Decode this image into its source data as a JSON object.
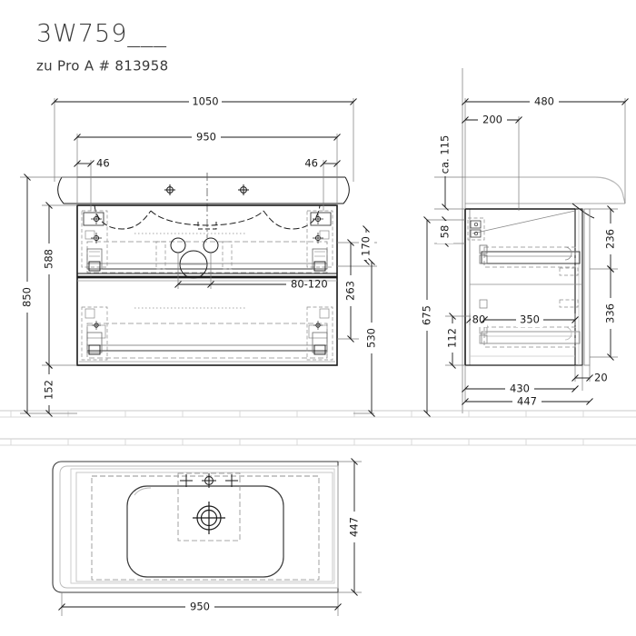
{
  "drawing": {
    "title": "3W759___",
    "subtitle": "zu Pro A # 813958",
    "type": "technical-dimension-drawing",
    "product": "wall-hung vanity unit with washbasin",
    "units": "mm"
  },
  "views": {
    "front": {
      "name": "front-elevation"
    },
    "side": {
      "name": "side-section"
    },
    "plan": {
      "name": "top-plan-view"
    }
  },
  "dimensions": {
    "front": {
      "overall_width": "1050",
      "basin_width": "950",
      "left_offset": "46",
      "right_offset": "46",
      "total_height": "850",
      "height_588": "588",
      "height_152": "152",
      "height_170": "170",
      "height_263": "263",
      "height_530": "530",
      "tap_spacing": "80-120"
    },
    "side": {
      "depth_480": "480",
      "depth_200": "200",
      "height_ca_115": "ca. 115",
      "height_58": "58",
      "height_236": "236",
      "height_675": "675",
      "height_336": "336",
      "height_112": "112",
      "inner_80": "80",
      "inner_350": "350",
      "depth_430": "430",
      "depth_447": "447",
      "panel_20": "20"
    },
    "plan": {
      "width_950": "950",
      "depth_447": "447"
    }
  },
  "colors": {
    "line": "#1a1a1a",
    "thin": "#555555",
    "hidden": "#8a8a8a",
    "light": "#b9b9b9",
    "veryLight": "#d8d8d8",
    "text": "#1a1a1a",
    "titleText": "#3a3a3a",
    "background": "#ffffff"
  }
}
